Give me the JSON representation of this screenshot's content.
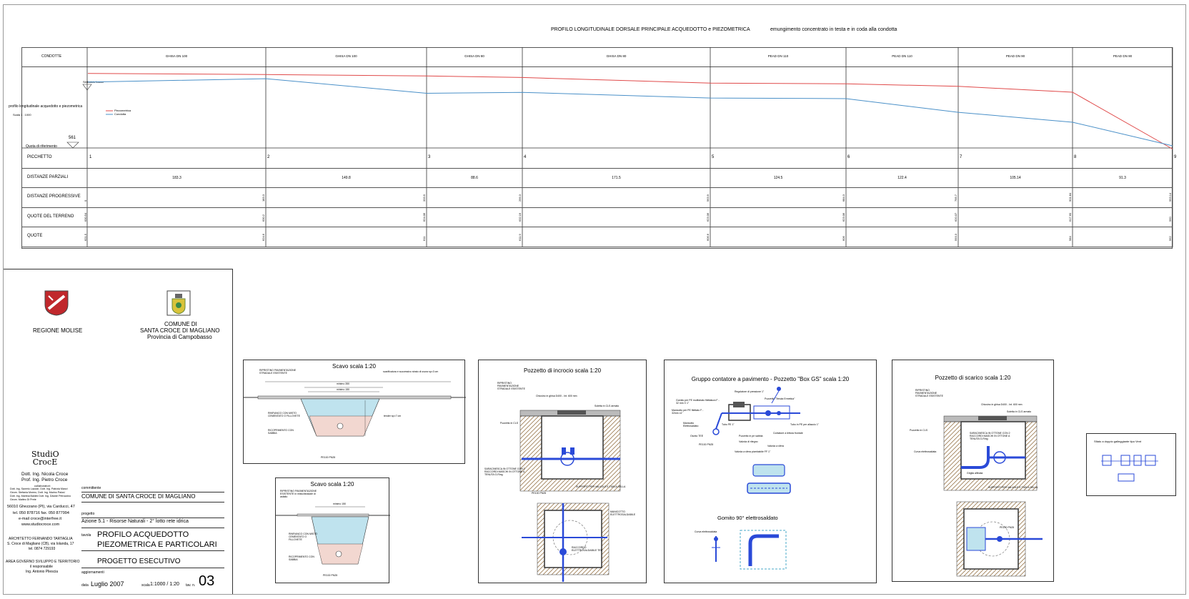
{
  "header": {
    "title": "PROFILO LONGITUDINALE DORSALE PRINCIPALE ACQUEDOTTO e PIEZOMETRICA",
    "note": "emungimento concentrato in testa e in coda alla condotta"
  },
  "profile": {
    "condotte_label": "CONDOTTE",
    "pipes": [
      "GHISA DN 100",
      "GHISA DN 100",
      "GHISA DN 80",
      "GHISA DN 80",
      "PEAD DN 110",
      "PEAD DN 110",
      "PEAD DN 90",
      "PEAD DN 90"
    ],
    "left_label": "profilo longitudinale acquedotto e piezometrica",
    "scale": "Scala 1 : 1000",
    "serbatoio": "Serbatoio basso",
    "legend_piezo": "Piezometrica",
    "legend_condotta": "Condotta",
    "quota_rif_label": "Quota di riferimento",
    "quota_rif_value": "561",
    "rows": [
      "PICCHETTO",
      "DISTANZE PARZIALI",
      "DISTANZE PROGRESSIVE",
      "QUOTE DEL TERRENO",
      "QUOTE"
    ],
    "picchetti": [
      "1",
      "2",
      "3",
      "4",
      "5",
      "6",
      "7",
      "8",
      "9"
    ],
    "distanze_parziali": [
      "183.3",
      "149.8",
      "88.6",
      "171.5",
      "124.5",
      "122.4",
      "105.14",
      "91.3"
    ],
    "distanze_progressive": [
      "0",
      "183.3",
      "333.9",
      "299.3",
      "563.9",
      "684.3",
      "795.7",
      "901.84",
      "993.14"
    ],
    "quote_terreno": [
      "630.54",
      "630.2",
      "624.06",
      "632.19",
      "623.06",
      "623.06",
      "620.07",
      "617.60",
      "560"
    ],
    "quote": [
      "621.5",
      "624.6",
      "611",
      "611.9",
      "606.6",
      "606",
      "593.3",
      "584",
      "562"
    ]
  },
  "title_block": {
    "region": "REGIONE MOLISE",
    "comune_line1": "COMUNE DI",
    "comune_line2": "SANTA CROCE DI MAGLIANO",
    "provincia": "Provincia di Campobasso",
    "studio_logo": "StudiO CrocE",
    "engineer1": "Dott. Ing. Nicola Croce",
    "engineer2": "Prof. Ing. Pietro Croce",
    "collaboratori": "collaboratori:",
    "collab_lines": [
      "Dott. Ing. Saverio Lazzari, Dott. Ing. Patrizia Manzi",
      "Geom. Stefania Mormo, Dott. Ing. Marino Palusi",
      "Dott. Ing. Martina Baldini Dott. Ing. Davide Petrozzino",
      "Geom. Matteo Di Prete"
    ],
    "address": "56010 Ghezzano (PI), via Carducci, 47",
    "tel": "tel. 050 878716 fax. 050 877994",
    "email": "e-mail croce@interfree.it",
    "web": "www.studiocroce.com",
    "architect": "ARCHITETTO FERNANDO TARTAGLIA",
    "architect_addr": "S. Croce di Magliano (CB), via Iolanda, 17",
    "architect_tel": "tel. 0874 729193",
    "area": "AREA GOVERNO SVILUPPO E TERRITORIO",
    "responsabile": "il responsabile",
    "responsabile_name": "Ing. Antonio Pliescia",
    "committente_label": "committente",
    "committente": "COMUNE DI SANTA CROCE DI MAGLIANO",
    "progetto_label": "progetto",
    "progetto": "Azione 5.1 - Risorse Naturali - 2° lotto rete idrica",
    "tavola_label": "tavola",
    "tavola_line1": "PROFILO ACQUEDOTTO",
    "tavola_line2": "PIEZOMETRICA E PARTICOLARI",
    "fase": "PROGETTO ESECUTIVO",
    "aggiornamenti": "aggiornamenti",
    "data_label": "data",
    "data": "Luglio 2007",
    "scala_label": "scala",
    "scala": "1:1000 / 1:20",
    "tav_label": "tav. n.",
    "tav": "03"
  },
  "details": {
    "scavo1_title": "Scavo scala 1:20",
    "scavo2_title": "Scavo scala 1:20",
    "pozz_incrocio_title": "Pozzetto di incrocio scala 1:20",
    "gruppo_title": "Gruppo contatore a pavimento - Pozzetto \"Box GS\" scala 1:20",
    "gomito_title": "Gomito 90° elettrosaldato",
    "pozz_scarico_title": "Pozzetto di scarico scala 1:20",
    "sfiato_title": "Sfiato a doppio galleggiante tipo Vent",
    "labels": {
      "ripristino": "RIPRISTINO PAVIMENTAZIONE STRADALE ESISTENTE",
      "scarificatura": "scarificatura e successivo strato di usura sp=3 cm",
      "rinfianco": "RINFIANCO CON MISTO CEMENTATO O FILLOVETE",
      "ricoprimento": "RICOPRIMENTO CON SABBIA",
      "tessuto": "tender sp=7 cm",
      "pe": "PE100 PN25",
      "min150": "minimo 150",
      "min350": "minimo 350",
      "ripristino2": "RIPRISTINO PAVIMENTAZIONE ESISTENTE in misto/stradale di asfalto",
      "chiusino": "Chiusino in ghisa D400 - Int. 600 mm",
      "solettacls": "Soletta in CLS armato",
      "pozzetto_cls": "Pozzetto in CLS",
      "saracinesca": "SARACINESCA IN OTTONE CON 2 RACCORDI MASCHI IN OTTONE A TENUTA O-Ring",
      "supporti": "SUPPORTI PER VALVOLE E TUBI A SELLA",
      "manicotto": "MANICOTTO ELETTROSALDABILE",
      "raccordo": "RACCORDO ELETTROSALDABILE TEE",
      "curva": "Curva elettrosaldata",
      "griglia": "Griglia alfinata",
      "regolatore": "Regolatore di pressione 1\"",
      "pozz_tenuta": "Pozzetto \"Tenuta Ermetica\"",
      "gomito_pe": "Gomito per PE multistrato filettatura F - 32 mm X 1\"",
      "manicotto_pe": "Manicotto per PE filettato F - 32mm x1\"",
      "manicotto_el": "Manicotto Elettrosaldato",
      "giunto": "Giunto TEE",
      "tubo_pe": "Tubo in PE per allaccio 1\"",
      "contatore": "Contatore a lettura frontale",
      "valvola_rit": "Valvola di ritegno",
      "valvola_sfera": "Valvola a sfera",
      "valvola_piomb": "Valvola a sfera piombabile FF 1\"",
      "tubo_pe2": "Tubo PE 1\"",
      "pozzetto_pe": "Pozzetto in pe sabbia"
    }
  },
  "colors": {
    "piezometrica": "#e04a4a",
    "condotta": "#4a90c8",
    "hatch": "#9a7a50",
    "fitting": "#2a4ad8"
  }
}
